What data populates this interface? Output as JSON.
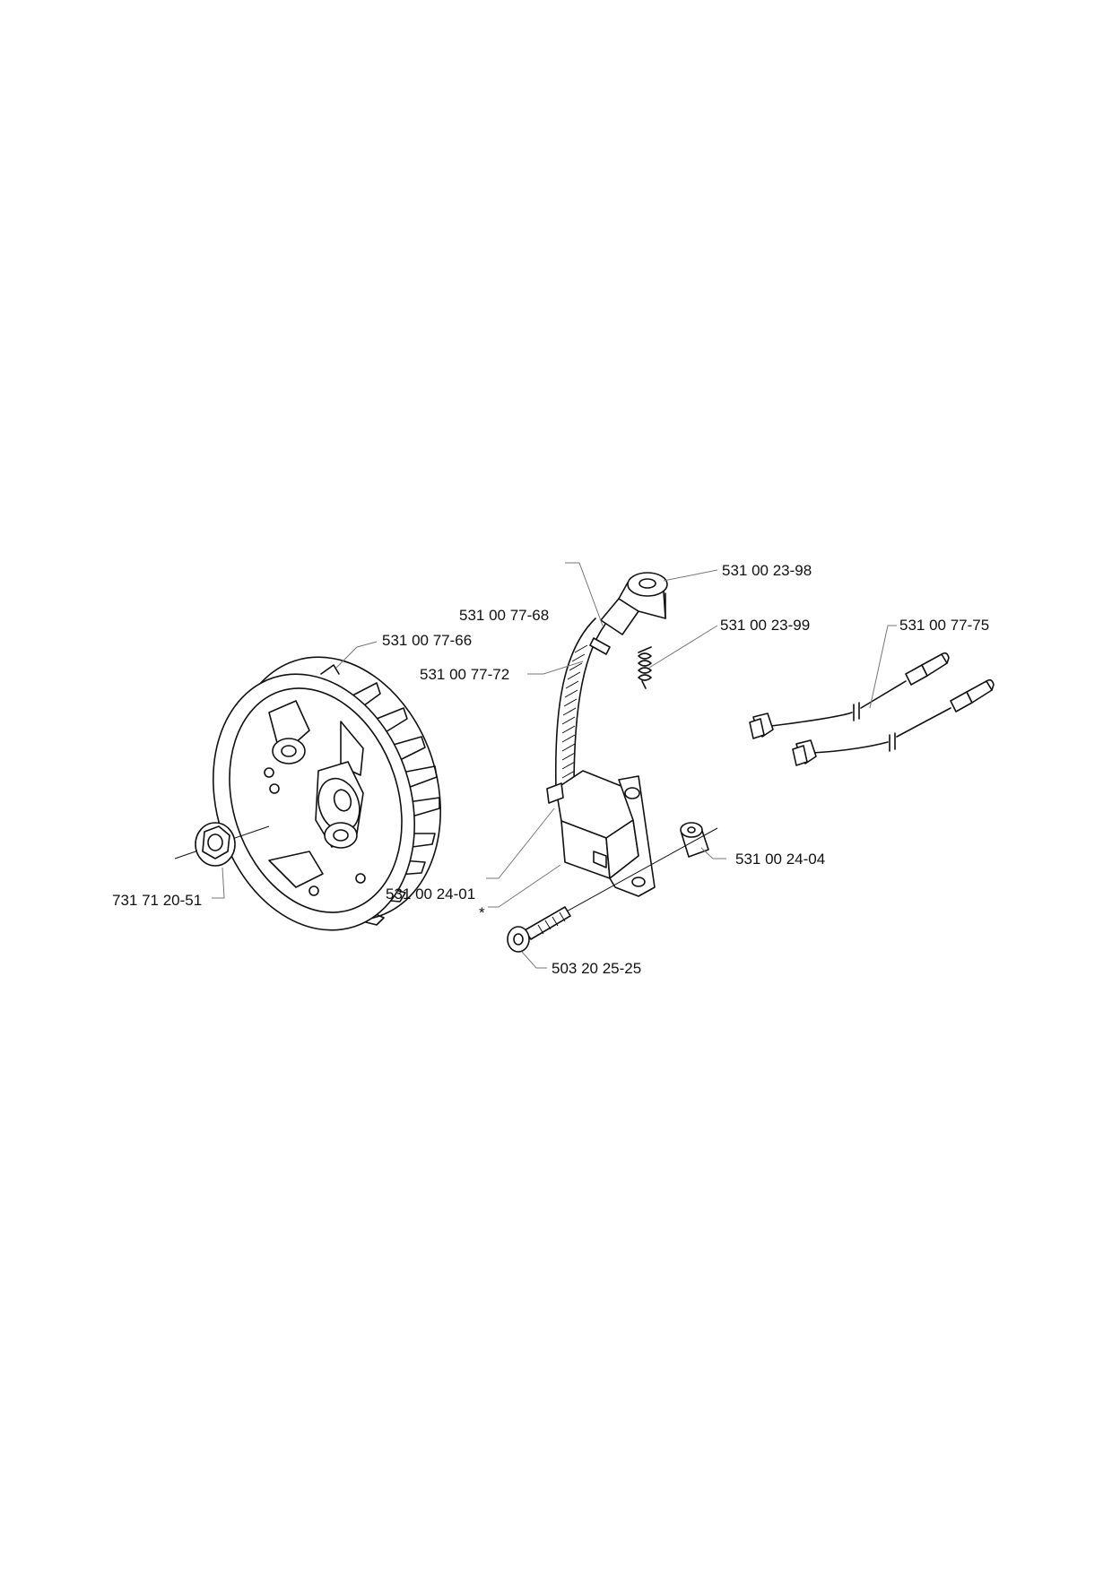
{
  "diagram": {
    "parts": [
      {
        "id": "spark_plug_cap",
        "number": "531 00 23-98"
      },
      {
        "id": "cap_spring",
        "number": "531 00 23-99"
      },
      {
        "id": "cable_sleeve",
        "number": "531 00 77-68"
      },
      {
        "id": "ignition_lead",
        "number": "531 00 77-72"
      },
      {
        "id": "flywheel",
        "number": "531 00 77-66"
      },
      {
        "id": "short_circuit_cables",
        "number": "531 00 77-75"
      },
      {
        "id": "ignition_coil",
        "number": "531 00 24-01"
      },
      {
        "id": "ignition_module_marker",
        "number": "*"
      },
      {
        "id": "spacer",
        "number": "531 00 24-04"
      },
      {
        "id": "flywheel_nut",
        "number": "731 71 20-51"
      },
      {
        "id": "coil_screw",
        "number": "503 20 25-25"
      }
    ]
  }
}
